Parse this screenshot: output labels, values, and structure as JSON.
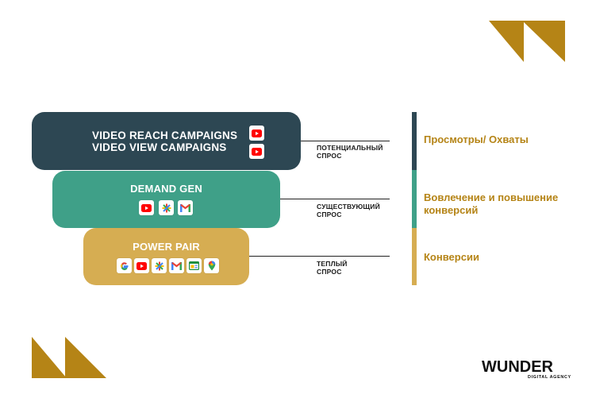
{
  "funnel": {
    "tiers": [
      {
        "lines": [
          "VIDEO REACH CAMPAIGNS",
          "VIDEO VIEW CAMPAIGNS"
        ],
        "color": "#2d4753",
        "icons": [
          "youtube-icon",
          "youtube-icon"
        ]
      },
      {
        "lines": [
          "DEMAND GEN"
        ],
        "color": "#3fa088",
        "icons": [
          "youtube-icon",
          "google-discover-icon",
          "gmail-icon"
        ]
      },
      {
        "lines": [
          "POWER PAIR"
        ],
        "color": "#d6ad52",
        "icons": [
          "google-search-icon",
          "youtube-icon",
          "google-discover-icon",
          "gmail-icon",
          "google-display-icon",
          "google-maps-icon"
        ]
      }
    ]
  },
  "demand_labels": [
    [
      "ПОТЕНЦИАЛЬНЫЙ",
      "СПРОС"
    ],
    [
      "СУЩЕСТВУЮЩИЙ",
      "СПРОС"
    ],
    [
      "ТЕПЛЫЙ",
      "СПРОС"
    ]
  ],
  "goals": [
    "Просмотры/ Охваты",
    "Вовлечение и повышение конверсий",
    "Конверсии"
  ],
  "logo": {
    "name": "WUNDER",
    "tagline": "DIGITAL AGENCY"
  },
  "colors": {
    "accent_gold": "#b58416",
    "dark_teal": "#2d4753",
    "green": "#3fa088",
    "mustard": "#d6ad52"
  }
}
